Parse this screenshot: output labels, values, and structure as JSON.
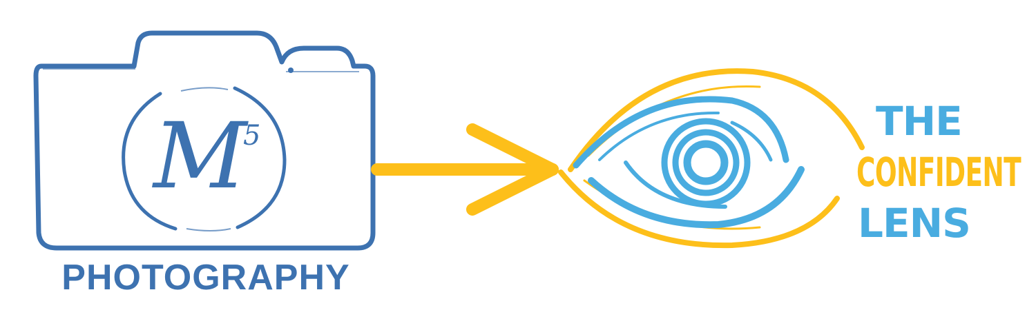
{
  "left_logo": {
    "monogram_letter": "M",
    "monogram_superscript": "5",
    "wordmark": "PHOTOGRAPHY",
    "color": "#3d72b0"
  },
  "right_logo": {
    "line1": "THE",
    "line2": "CONFIDENT",
    "line3": "LENS",
    "blue": "#49ace0",
    "yellow": "#fdbf1a"
  },
  "arrow": {
    "icon": "arrow-right-icon",
    "color": "#fdbf1a"
  },
  "background": "#ffffff"
}
